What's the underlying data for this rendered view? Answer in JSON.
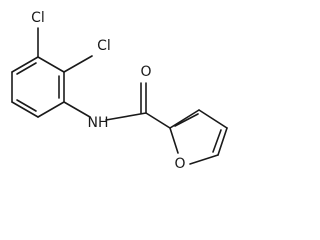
{
  "molecule": {
    "atoms": {
      "cl_top": "Cl",
      "cl_right": "Cl",
      "nh": "NH",
      "o_carbonyl": "O",
      "o_ring": "O"
    }
  }
}
